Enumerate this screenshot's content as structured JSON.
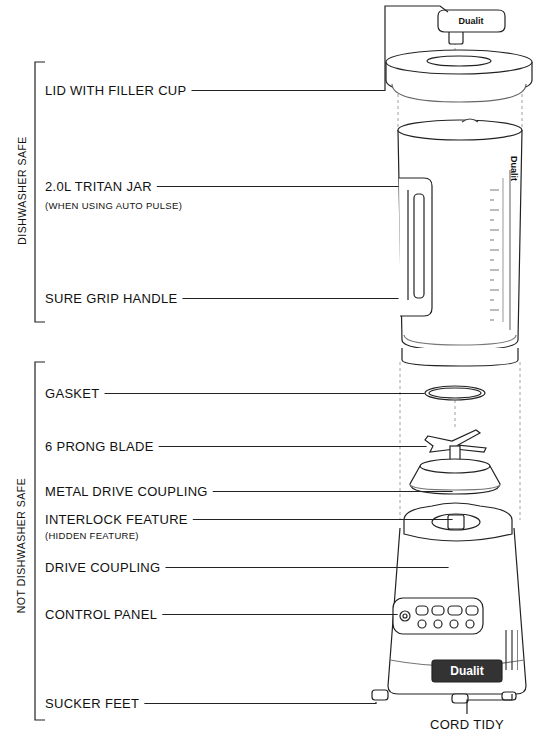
{
  "diagram": {
    "labels": [
      "DISHWASHER SAFE",
      "LID WITH FILLER CUP",
      "2.0L TRITAN JAR",
      "(WHEN USING AUTO PULSE)",
      "SURE GRIP HANDLE",
      "NOT DISHWASHER SAFE",
      "GASKET",
      "6 PRONG BLADE",
      "METAL DRIVE COUPLING",
      "INTERLOCK FEATURE",
      "(HIDDEN FEATURE)",
      "DRIVE COUPLING",
      "CONTROL PANEL",
      "SUCKER FEET",
      "CORD TIDY",
      "Dualit",
      "Dualit",
      "Dualit"
    ]
  }
}
